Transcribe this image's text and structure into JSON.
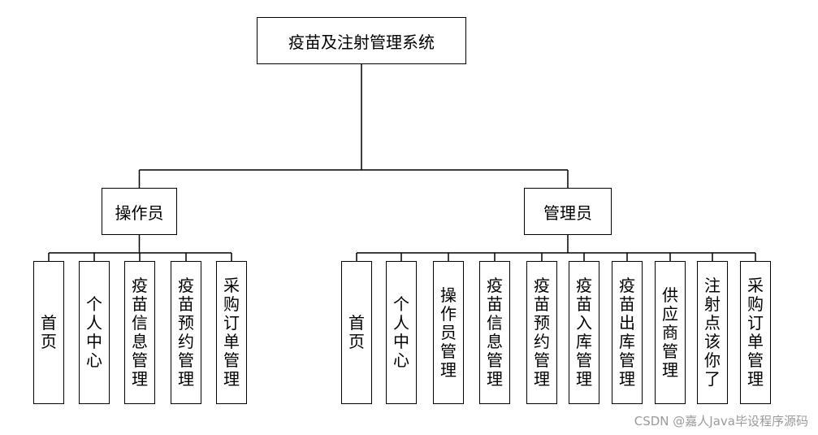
{
  "root": {
    "label": "疫苗及注射管理系统"
  },
  "branches": [
    {
      "label": "操作员",
      "children": [
        "首页",
        "个人中心",
        "疫苗信息管理",
        "疫苗预约管理",
        "采购订单管理"
      ]
    },
    {
      "label": "管理员",
      "children": [
        "首页",
        "个人中心",
        "操作员管理",
        "疫苗信息管理",
        "疫苗预约管理",
        "疫苗入库管理",
        "疫苗出库管理",
        "供应商管理",
        "注射点该你了",
        "采购订单管理"
      ]
    }
  ],
  "watermark": "CSDN @嘉人Java毕设程序源码",
  "colors": {
    "line": "#000000",
    "watermark": "#9a9a9a"
  }
}
